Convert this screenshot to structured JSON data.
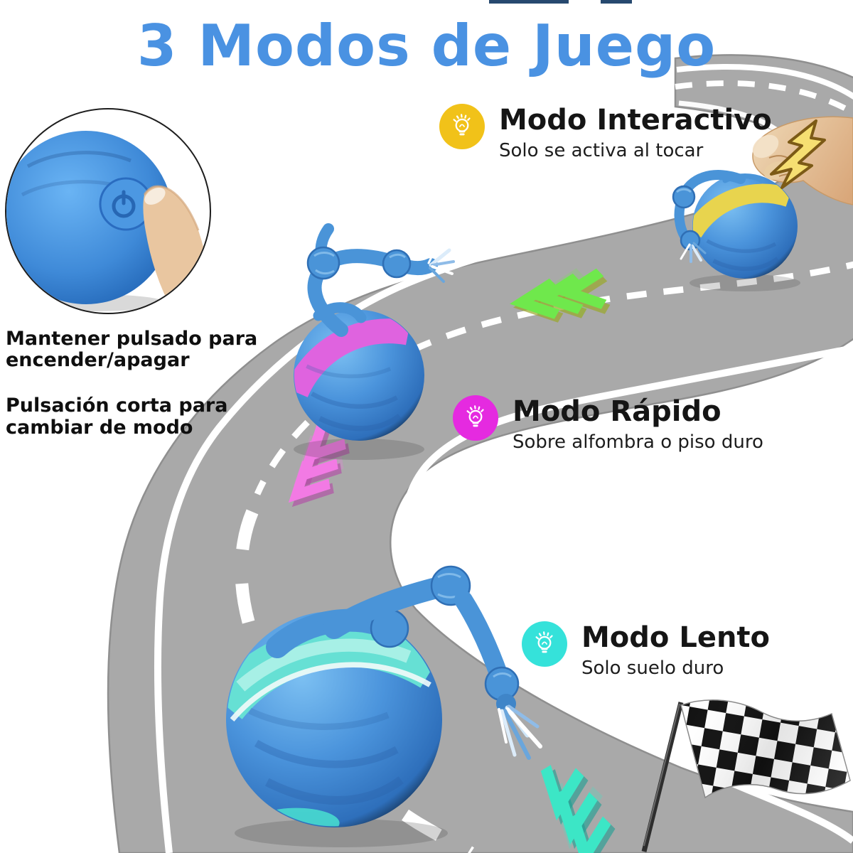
{
  "title": {
    "text": "3 Modos de Juego",
    "color": "#4a92e2"
  },
  "modes": [
    {
      "name": "Modo Interactivo",
      "description": "Solo se activa al tocar",
      "icon": "lightbulb-icon",
      "icon_color": "#f1c219"
    },
    {
      "name": "Modo Rápido",
      "description": "Sobre alfombra o piso duro",
      "icon": "lightbulb-icon",
      "icon_color": "#e52ae0"
    },
    {
      "name": "Modo Lento",
      "description": "Solo suelo duro",
      "icon": "lightbulb-icon",
      "icon_color": "#35e2da"
    }
  ],
  "instructions": {
    "paragraph1": [
      "Mantener pulsado para",
      "encender/apagar"
    ],
    "paragraph2": [
      "Pulsación corta para",
      "cambiar de modo"
    ]
  },
  "scene": {
    "road_color": "#a9a9a9",
    "road_edge_color": "#8f8f8f",
    "lane_marking_color": "#ffffff",
    "ball_color": "#4b94dc",
    "rope_color": "#4a94d8",
    "band_colors": {
      "interactivo": "#e8d44e",
      "rapido": "#df63df",
      "lento": "#66e0d4"
    },
    "chevron_colors": {
      "interactivo": [
        "#f2ef3e",
        "#6fe84c"
      ],
      "rapido": [
        "#f27ae4",
        "#ea4fd0"
      ],
      "lento": [
        "#3ce6c6",
        "#35d8ea"
      ]
    },
    "flag_colors": [
      "#111111",
      "#ffffff"
    ],
    "paw_color": "#d9a77a"
  }
}
